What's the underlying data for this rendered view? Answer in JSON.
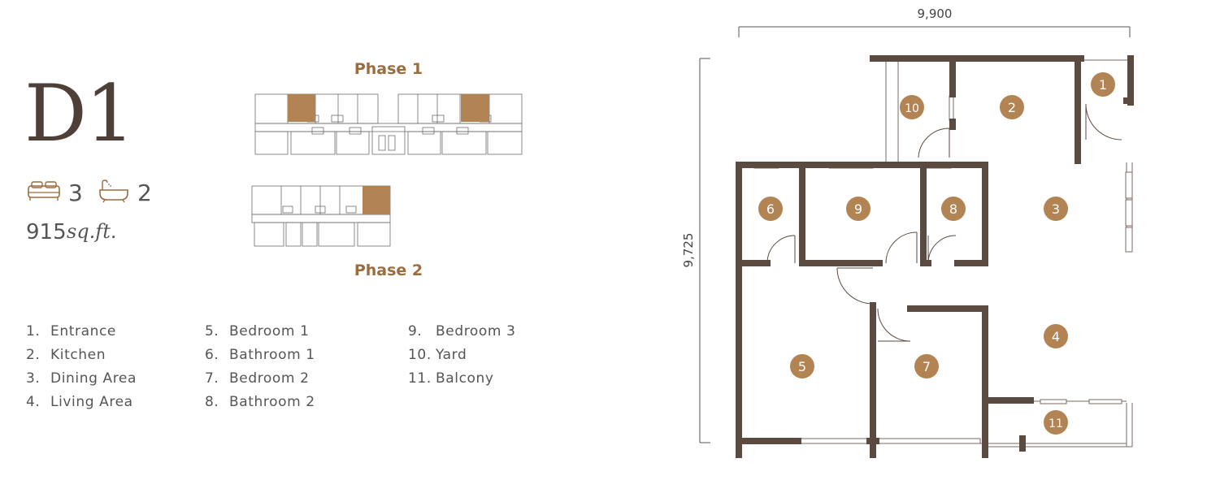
{
  "unit": {
    "title": "D1",
    "bedrooms": "3",
    "bathrooms": "2",
    "area_value": "915",
    "area_unit": "sq.ft."
  },
  "icons": {
    "bed": "bed-icon",
    "bath": "bathtub-icon"
  },
  "phases": {
    "phase1": "Phase 1",
    "phase2": "Phase 2"
  },
  "legend": [
    {
      "num": "1.",
      "label": "Entrance"
    },
    {
      "num": "2.",
      "label": "Kitchen"
    },
    {
      "num": "3.",
      "label": "Dining Area"
    },
    {
      "num": "4.",
      "label": "Living Area"
    },
    {
      "num": "5.",
      "label": "Bedroom 1"
    },
    {
      "num": "6.",
      "label": "Bathroom 1"
    },
    {
      "num": "7.",
      "label": "Bedroom 2"
    },
    {
      "num": "8.",
      "label": "Bathroom 2"
    },
    {
      "num": "9.",
      "label": "Bedroom 3"
    },
    {
      "num": "10.",
      "label": "Yard"
    },
    {
      "num": "11.",
      "label": "Balcony"
    }
  ],
  "dimensions": {
    "width": "9,900",
    "depth": "9,725"
  },
  "markers": [
    "1",
    "2",
    "3",
    "4",
    "5",
    "6",
    "7",
    "8",
    "9",
    "10",
    "11"
  ],
  "colors": {
    "wall": "#5b4a3f",
    "accent": "#b38453",
    "phase_text": "#9a6d3f"
  }
}
